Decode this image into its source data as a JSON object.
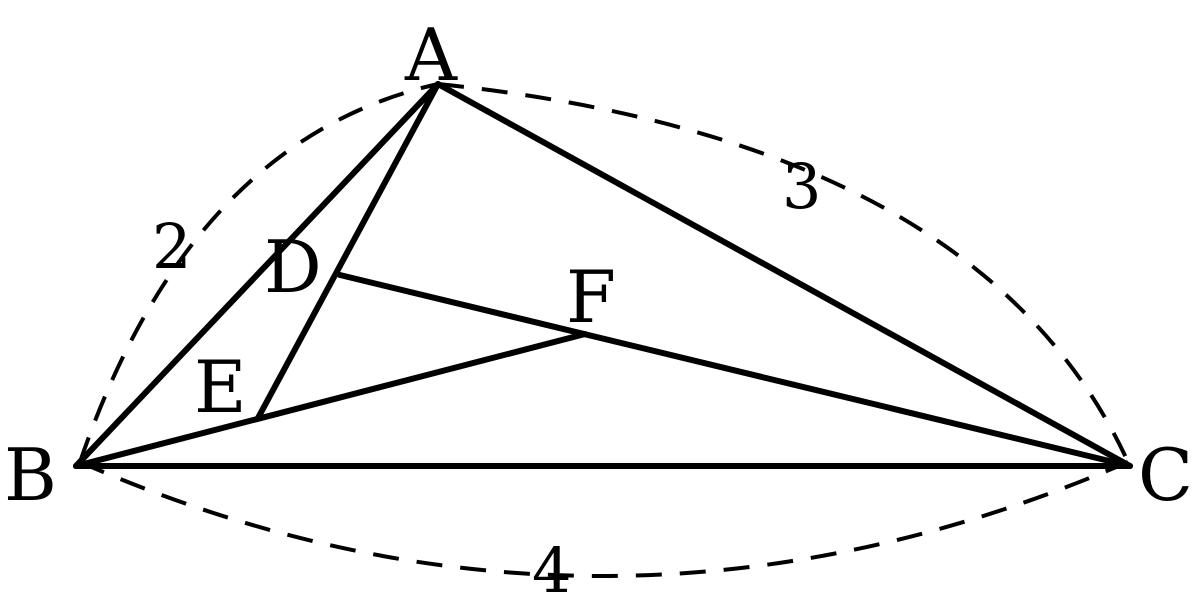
{
  "points": {
    "A": "A",
    "B": "B",
    "C": "C",
    "D": "D",
    "E": "E",
    "F": "F"
  },
  "lengths": {
    "AB": "2",
    "AC": "3",
    "BC": "4"
  },
  "colors": {
    "stroke": "#000000",
    "background": "#ffffff"
  }
}
